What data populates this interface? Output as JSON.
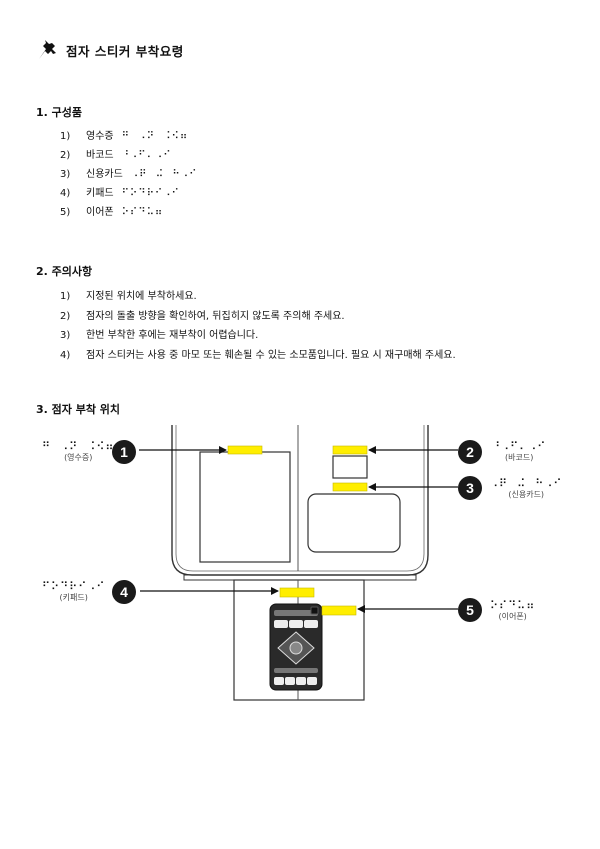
{
  "title": "점자 스티커 부착요령",
  "section1": {
    "heading": "1. 구성품",
    "items": [
      {
        "num": "1)",
        "label": "영수증",
        "braille": "⠛⠀⠠⠝⠀⠨⠪⠶"
      },
      {
        "num": "2)",
        "label": "바코드",
        "braille": "⠘⠠⠋⠄⠠⠊"
      },
      {
        "num": "3)",
        "label": "신용카드",
        "braille": "⠠⠟⠀⠬⠀⠓⠠⠊"
      },
      {
        "num": "4)",
        "label": "키패드",
        "braille": "⠋⠕⠙⠗⠊⠠⠊"
      },
      {
        "num": "5)",
        "label": "이어폰",
        "braille": "⠕⠎⠙⠥⠶"
      }
    ]
  },
  "section2": {
    "heading": "2. 주의사항",
    "items": [
      {
        "num": "1)",
        "text": "지정된 위치에 부착하세요."
      },
      {
        "num": "2)",
        "text": "점자의 돌출 방향을 확인하여, 뒤집히지 않도록 주의해 주세요."
      },
      {
        "num": "3)",
        "text": "한번 부착한 후에는 재부착이 어렵습니다."
      },
      {
        "num": "4)",
        "text": "점자 스티커는 사용 중 마모 또는 훼손될 수 있는 소모품입니다. 필요 시 재구매해 주세요."
      }
    ]
  },
  "section3": {
    "heading": "3. 점자 부착 위치",
    "markers": [
      {
        "num": "1",
        "braille": "⠛⠀⠠⠝⠀⠨⠪⠶",
        "label": "(영수증)"
      },
      {
        "num": "2",
        "braille": "⠘⠠⠋⠄⠠⠊",
        "label": "(바코드)"
      },
      {
        "num": "3",
        "braille": "⠠⠟⠀⠬⠀⠓⠠⠊",
        "label": "(신용카드)"
      },
      {
        "num": "4",
        "braille": "⠋⠕⠙⠗⠊⠠⠊",
        "label": "(키패드)"
      },
      {
        "num": "5",
        "braille": "⠕⠎⠙⠥⠶",
        "label": "(이어폰)"
      }
    ]
  },
  "colors": {
    "sticker": "#ffee00",
    "ink": "#111111",
    "marker": "#1a1a1a"
  },
  "icons": {
    "title": "pushpin-icon"
  }
}
